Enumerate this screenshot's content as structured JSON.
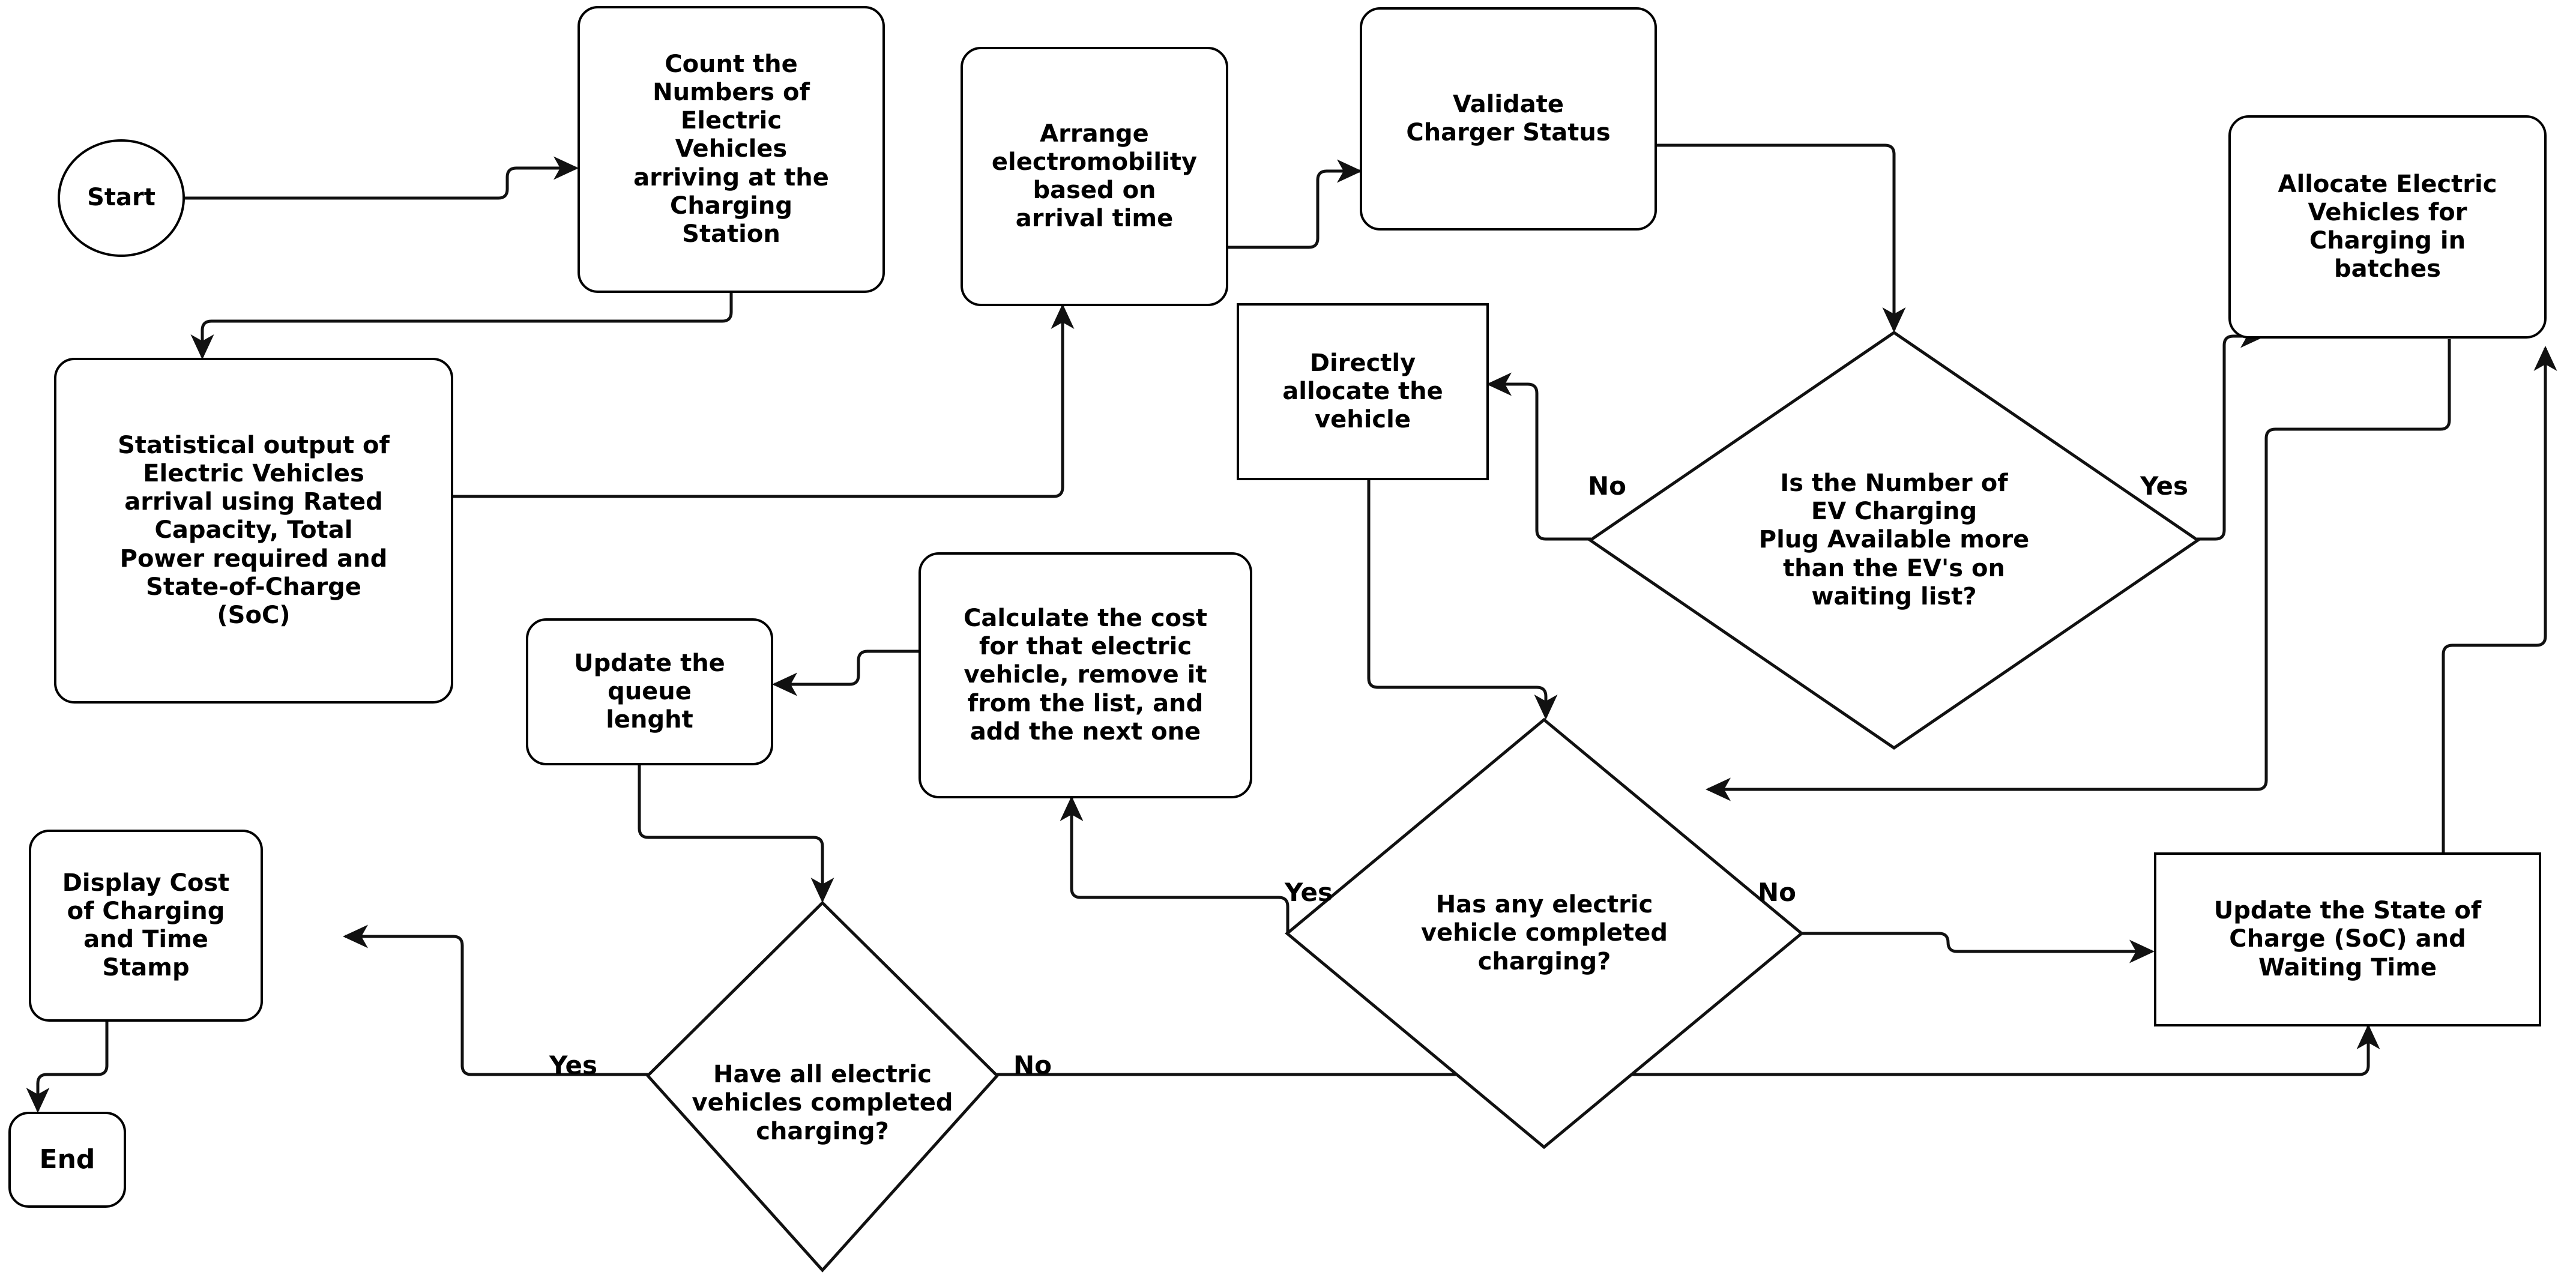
{
  "diagram": {
    "title": "EV Charging Station Scheduling Flowchart",
    "stroke_color": "#000000",
    "fill_color": "#ffffff",
    "text_color": "#000000"
  },
  "nodes": {
    "start": {
      "label": "Start",
      "shape": "ellipse"
    },
    "count_evs": {
      "label": "Count the\nNumbers of\nElectric\nVehicles\narriving at the\nCharging\nStation",
      "shape": "rounded"
    },
    "statistical_output": {
      "label": "Statistical output of\nElectric Vehicles\narrival using Rated\nCapacity, Total\nPower required and\nState-of-Charge\n(SoC)",
      "shape": "rounded"
    },
    "arrange_electromobility": {
      "label": "Arrange\nelectromobility\nbased on\narrival time",
      "shape": "rounded"
    },
    "validate_charger": {
      "label": "Validate\nCharger Status",
      "shape": "rounded"
    },
    "allocate_batches": {
      "label": "Allocate Electric\nVehicles for\nCharging in\nbatches",
      "shape": "rounded"
    },
    "directly_allocate": {
      "label": "Directly\nallocate the\nvehicle",
      "shape": "rect"
    },
    "calculate_cost": {
      "label": "Calculate the cost\nfor that electric\nvehicle, remove it\nfrom the list, and\nadd the next one",
      "shape": "rounded"
    },
    "update_queue": {
      "label": "Update the\nqueue\nlenght",
      "shape": "rounded"
    },
    "update_soc": {
      "label": "Update the State of\nCharge (SoC) and\nWaiting Time",
      "shape": "rect"
    },
    "display_cost": {
      "label": "Display Cost\nof Charging\nand Time\nStamp",
      "shape": "rounded"
    },
    "end": {
      "label": "End",
      "shape": "rounded"
    }
  },
  "decisions": {
    "plugs_available": {
      "label": "Is the Number of\nEV Charging\nPlug Available more\nthan the EV's on\nwaiting list?"
    },
    "any_completed": {
      "label": "Has any electric\nvehicle completed\ncharging?"
    },
    "all_completed": {
      "label": "Have all electric\nvehicles completed\ncharging?"
    }
  },
  "edge_labels": {
    "plugs_no": "No",
    "plugs_yes": "Yes",
    "any_yes": "Yes",
    "any_no": "No",
    "all_yes": "Yes",
    "all_no": "No"
  }
}
